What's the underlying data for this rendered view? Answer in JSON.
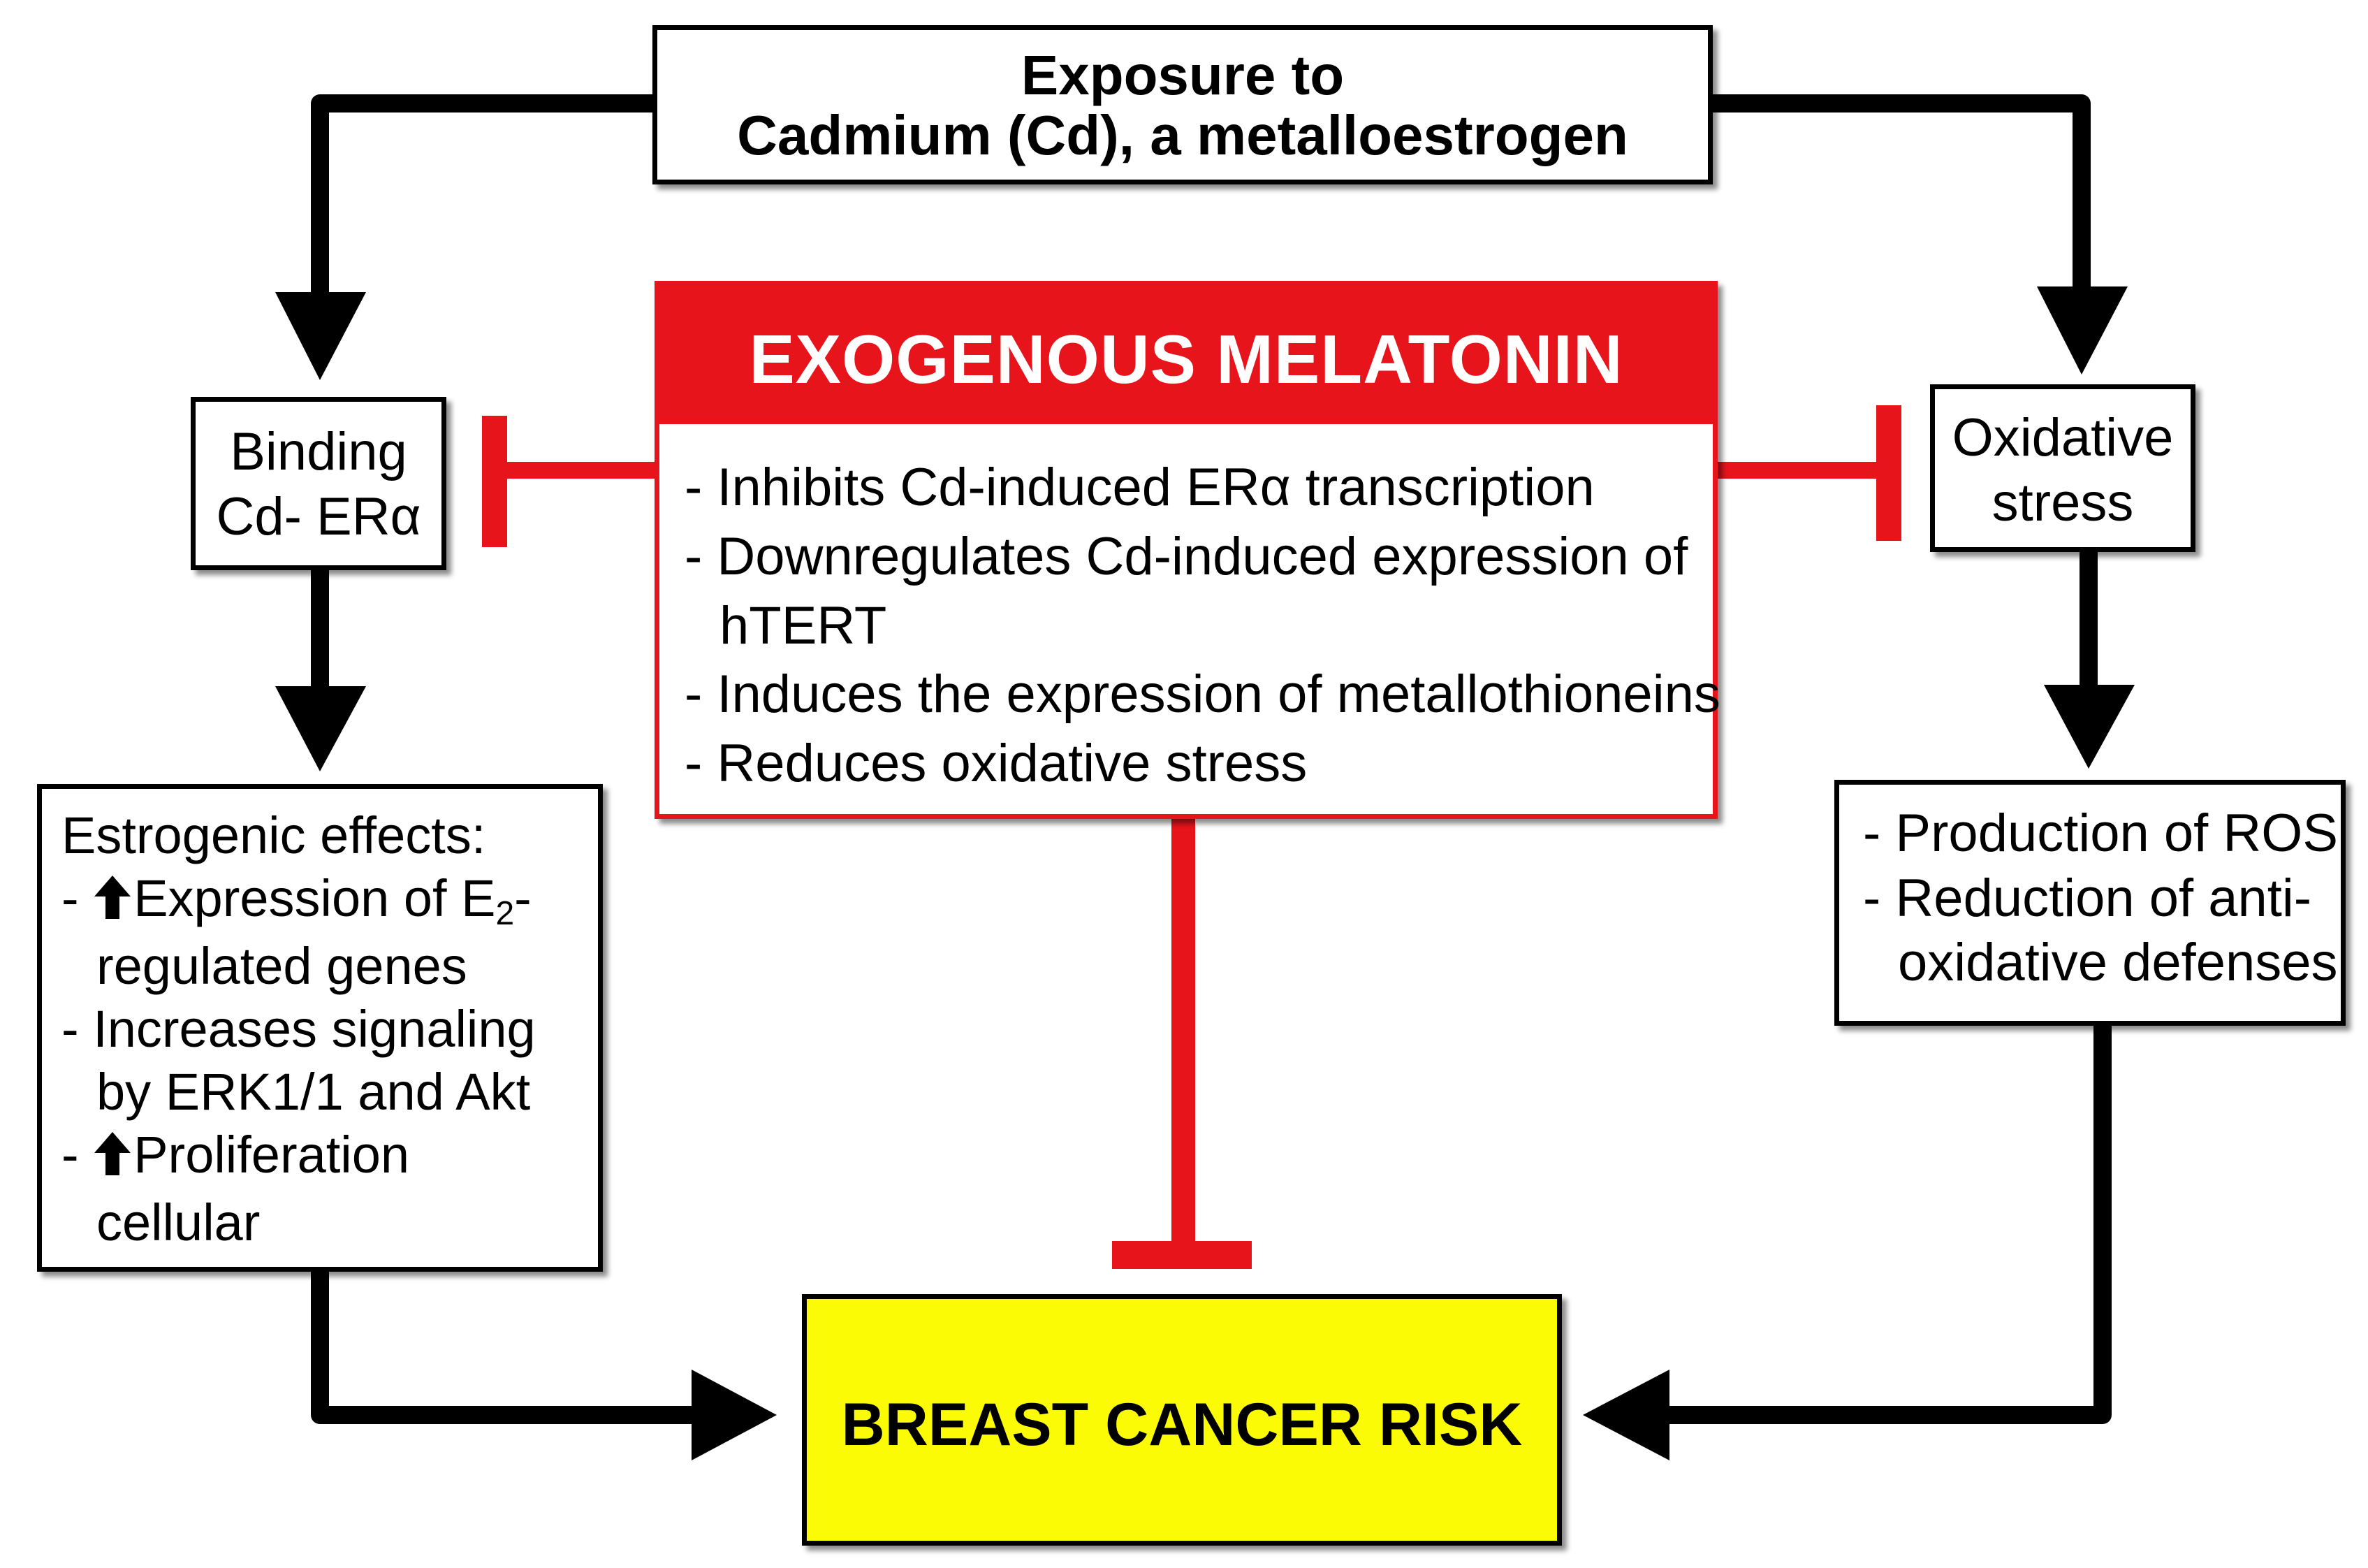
{
  "diagram": {
    "exposure": {
      "line1": "Exposure to",
      "line2": "Cadmium (Cd), a metalloestrogen"
    },
    "binding": {
      "line1": "Binding",
      "line2": "Cd- ERα"
    },
    "oxidative": {
      "line1": "Oxidative",
      "line2": "stress"
    },
    "melatonin": {
      "title": "EXOGENOUS MELATONIN",
      "item1": "- Inhibits Cd-induced ERα transcription",
      "item2a": "- Downregulates Cd-induced expression of",
      "item2b": "hTERT",
      "item3": "- Induces the expression of metallothioneins",
      "item4": "- Reduces oxidative stress"
    },
    "estrogenic": {
      "heading": "Estrogenic effects:",
      "dash": "- ",
      "item1_text": "Expression of E",
      "item1_sub": "2",
      "item1_end": "-",
      "item1_cont": "regulated genes",
      "item2": "- Increases signaling",
      "item2_cont": "by ERK1/1 and Akt",
      "item3_text": "Proliferation",
      "item3_cont": "cellular"
    },
    "ros": {
      "item1": "- Production of ROS",
      "item2": "- Reduction of anti-",
      "item2_cont": "oxidative defenses"
    },
    "risk": {
      "label": "BREAST CANCER RISK"
    },
    "colors": {
      "activation": "#000000",
      "inhibition": "#e8141c",
      "melatonin_fill": "#e8141c",
      "risk_fill": "#fbfb05"
    }
  }
}
